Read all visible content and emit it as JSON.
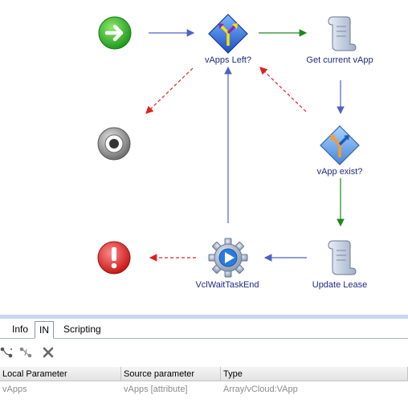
{
  "workflow": {
    "nodes": {
      "decision_vapps_left": "vApps Left?",
      "get_current_vapp": "Get current vApp",
      "decision_vapp_exist": "vApp exist?",
      "update_lease": "Update Lease",
      "wait_task_end": "VclWaitTaskEnd"
    }
  },
  "panel": {
    "tabs": [
      "Info",
      "IN",
      "Scripting"
    ],
    "active_tab": "IN",
    "toolbar_icons": [
      "bind-icon",
      "unbind-icon",
      "delete-icon"
    ],
    "table": {
      "columns": [
        "Local Parameter",
        "Source parameter",
        "Type"
      ],
      "rows": [
        [
          "vApps",
          "vApps [attribute]",
          "Array/vCloud:VApp"
        ]
      ]
    }
  },
  "colors": {
    "success_line": "#1a8a1a",
    "flow_line": "#5060c8",
    "error_line": "#e02020",
    "label_text": "#1f2a80"
  }
}
